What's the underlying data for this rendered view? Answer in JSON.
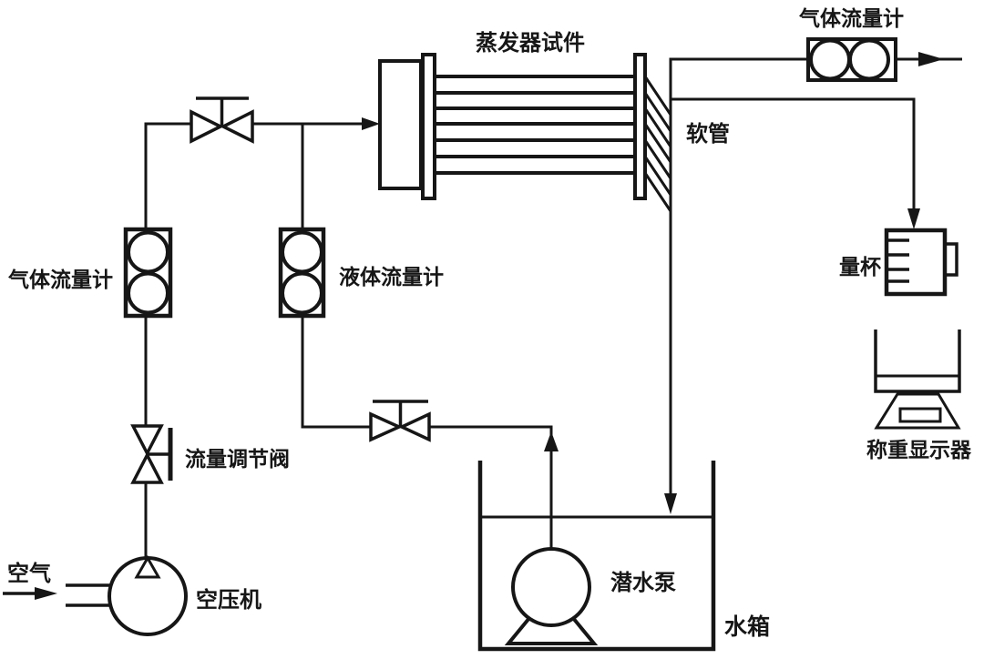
{
  "diagram": {
    "background_color": "#ffffff",
    "line_color": "#161616",
    "labels": {
      "evaporator": "蒸发器试件",
      "gas_flow_meter_top": "气体流量计",
      "hose": "软管",
      "gas_flow_meter_left": "气体流量计",
      "liquid_flow_meter": "液体流量计",
      "flow_regulating_valve": "流量调节阀",
      "air_inlet": "空气",
      "air_compressor": "空压机",
      "submersible_pump": "潜水泵",
      "water_tank": "水箱",
      "measuring_cup": "量杯",
      "weighing_display": "称重显示器"
    }
  }
}
